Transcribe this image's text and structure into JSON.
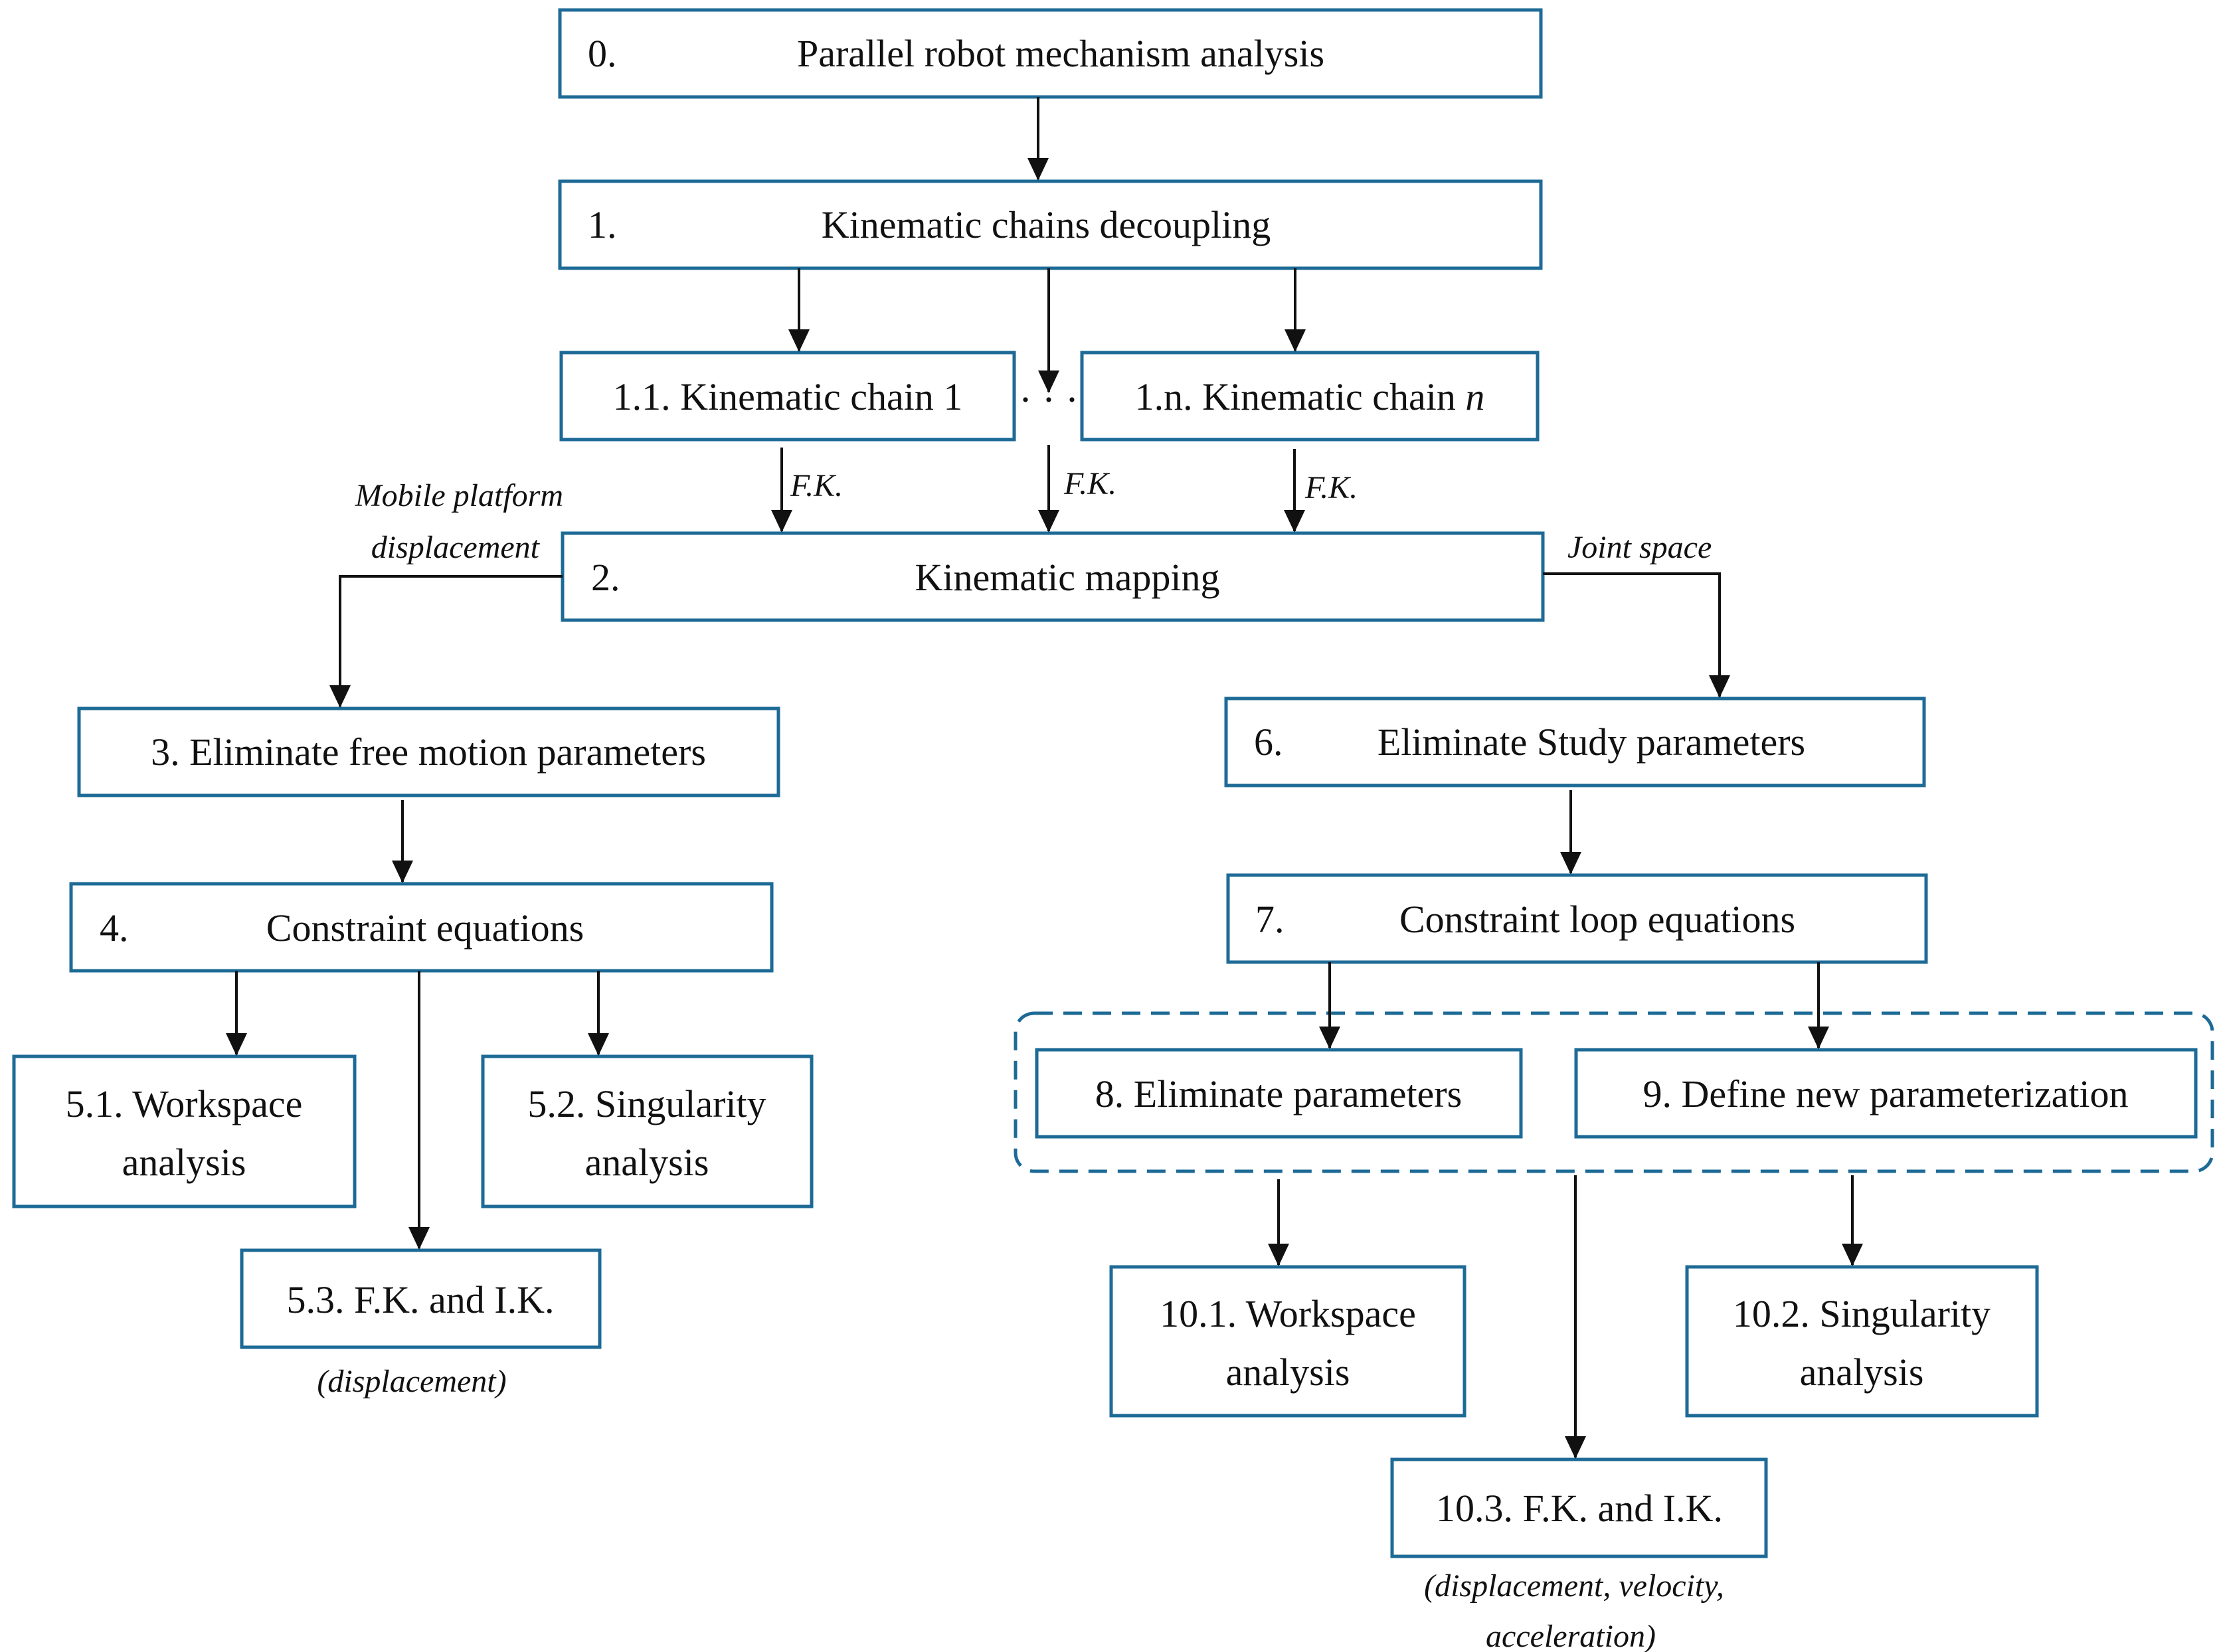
{
  "nodes": {
    "n0": {
      "num": "0.",
      "label": "Parallel robot mechanism analysis"
    },
    "n1": {
      "num": "1.",
      "label": "Kinematic chains decoupling"
    },
    "n1_1": {
      "label": "1.1. Kinematic chain 1"
    },
    "n1_n": {
      "label": "1.n. Kinematic chain ",
      "label_italic": "n"
    },
    "n2": {
      "num": "2.",
      "label": "Kinematic mapping"
    },
    "n3": {
      "label": "3. Eliminate free motion parameters"
    },
    "n4": {
      "num": "4.",
      "label": "Constraint equations"
    },
    "n5_1": {
      "line1": "5.1. Workspace",
      "line2": "analysis"
    },
    "n5_2": {
      "line1": "5.2. Singularity",
      "line2": "analysis"
    },
    "n5_3": {
      "label": "5.3. F.K. and I.K."
    },
    "n6": {
      "num": "6.",
      "label": "Eliminate Study parameters"
    },
    "n7": {
      "num": "7.",
      "label": "Constraint loop equations"
    },
    "n8": {
      "label": "8. Eliminate parameters"
    },
    "n9": {
      "label": "9. Define new parameterization"
    },
    "n10_1": {
      "line1": "10.1. Workspace",
      "line2": "analysis"
    },
    "n10_2": {
      "line1": "10.2. Singularity",
      "line2": "analysis"
    },
    "n10_3": {
      "label": "10.3. F.K. and I.K."
    }
  },
  "labels": {
    "ellipsis": "· · ·",
    "fk": "F.K.",
    "mobile_line1": "Mobile platform",
    "mobile_line2": "displacement",
    "joint_space": "Joint space",
    "displacement": "(displacement)",
    "dva_line1": "(displacement, velocity,",
    "dva_line2": "acceleration)"
  },
  "colors": {
    "box_border": "#1d6a96",
    "arrow": "#111111"
  }
}
